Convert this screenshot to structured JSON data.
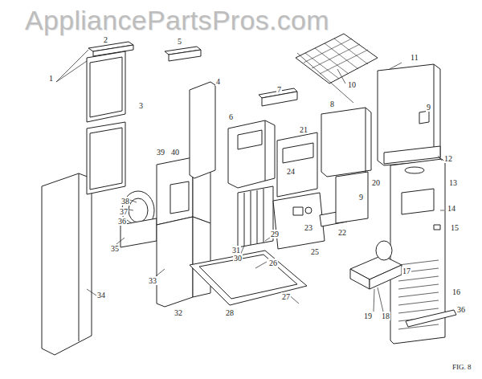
{
  "diagram": {
    "labels": [
      "AppliancePartsPros.com",
      "1",
      "2",
      "3",
      "4",
      "5",
      "6",
      "7",
      "8",
      "9",
      "10",
      "11",
      "9",
      "12",
      "13",
      "14",
      "15",
      "16",
      "17",
      "18",
      "19",
      "20",
      "21",
      "22",
      "23",
      "24",
      "25",
      "26",
      "27",
      "28",
      "29",
      "30",
      "31",
      "32",
      "33",
      "34",
      "35",
      "36",
      "37",
      "38",
      "39",
      "40",
      "36",
      "FIG. 8"
    ]
  }
}
